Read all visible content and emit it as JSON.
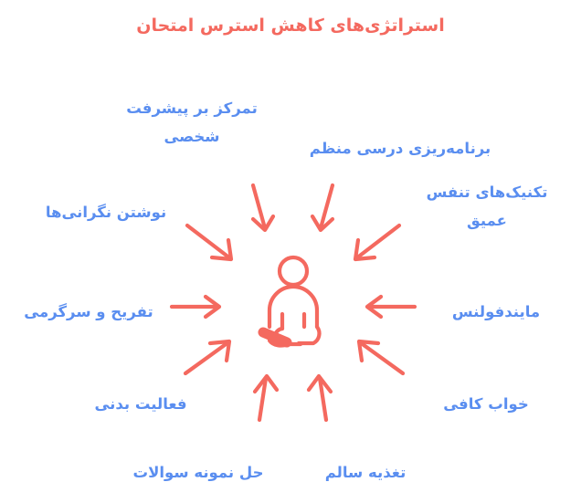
{
  "title": "استراتژی‌های کاهش استرس امتحان",
  "colors": {
    "accent": "#f4695f",
    "label": "#5a8ef0",
    "background": "#ffffff"
  },
  "center": {
    "icon_name": "meditating-person-icon",
    "description": "فرد در حال مدیتیشن"
  },
  "strategies": [
    {
      "id": "personal-growth",
      "lines": [
        "تمرکز بر پیشرفت",
        "شخصی"
      ],
      "full_text": "تمرکز بر پیشرفت شخصی",
      "arrow": "down-left-to-center"
    },
    {
      "id": "study-plan",
      "lines": [
        "برنامه‌ریزی درسی منظم"
      ],
      "full_text": "برنامه‌ریزی درسی منظم",
      "arrow": "down-right-to-center"
    },
    {
      "id": "breathing",
      "lines": [
        "تکنیک‌های تنفس",
        "عمیق"
      ],
      "full_text": "تکنیک‌های تنفس عمیق",
      "arrow": "diagonal-down-left"
    },
    {
      "id": "mindfulness",
      "lines": [
        "مایندفولنس"
      ],
      "full_text": "مایندفولنس",
      "arrow": "left"
    },
    {
      "id": "sleep",
      "lines": [
        "خواب کافی"
      ],
      "full_text": "خواب کافی",
      "arrow": "diagonal-up-left"
    },
    {
      "id": "nutrition",
      "lines": [
        "تغذیه سالم"
      ],
      "full_text": "تغذیه سالم",
      "arrow": "up-left-to-center"
    },
    {
      "id": "sample-questions",
      "lines": [
        "حل نمونه سوالات"
      ],
      "full_text": "حل نمونه سوالات",
      "arrow": "up-right-to-center"
    },
    {
      "id": "physical-activity",
      "lines": [
        "فعالیت بدنی"
      ],
      "full_text": "فعالیت بدنی",
      "arrow": "diagonal-up-right"
    },
    {
      "id": "recreation",
      "lines": [
        "تفریح و سرگرمی"
      ],
      "full_text": "تفریح و سرگرمی",
      "arrow": "right"
    },
    {
      "id": "writing-worries",
      "lines": [
        "نوشتن نگرانی‌ها"
      ],
      "full_text": "نوشتن نگرانی‌ها",
      "arrow": "diagonal-down-right"
    }
  ]
}
